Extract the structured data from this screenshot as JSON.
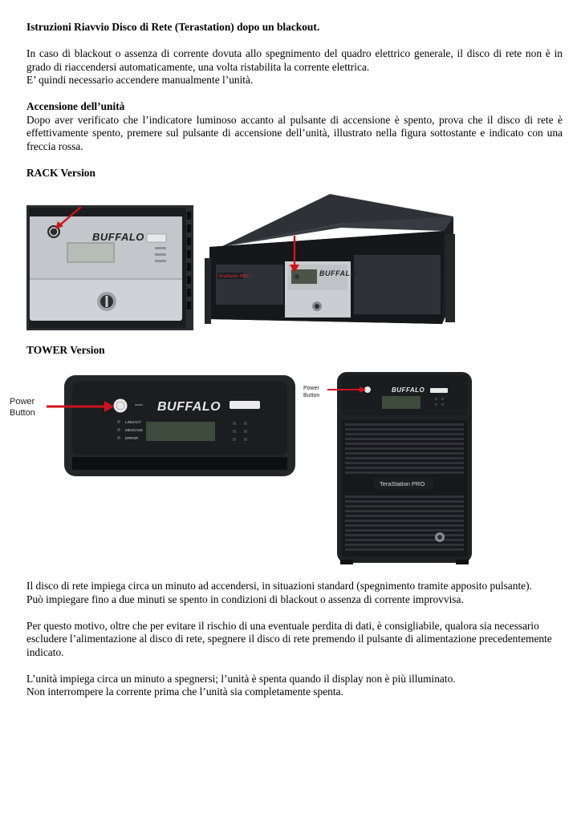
{
  "title": "Istruzioni Riavvio Disco di Rete (Terastation) dopo un blackout.",
  "intro": {
    "p1": "In caso di blackout o assenza di corrente dovuta allo spegnimento del quadro elettrico generale, il disco di rete non è in grado di riaccendersi automaticamente, una volta ristabilita la corrente elettrica.",
    "p2": "E’ quindi necessario accendere manualmente l’unità."
  },
  "power_on": {
    "heading": "Accensione dell’unità",
    "text": "Dopo aver verificato che l’indicatore luminoso accanto al pulsante di accensione è spento, prova che il disco di rete è effettivamente spento, premere sul pulsante di accensione dell’unità, illustrato nella figura sottostante e indicato con una freccia rossa."
  },
  "rack": {
    "heading": "RACK Version",
    "brand": "BUFFALO",
    "model_label": "TeraStation PRO"
  },
  "tower": {
    "heading": "TOWER Version",
    "brand": "BUFFALO",
    "callout_large": [
      "Power",
      "Button"
    ],
    "callout_small": [
      "Power",
      "Button"
    ],
    "model_label": "TeraStation PRO",
    "led_labels": [
      "LINK/ACT",
      "MESSAGE",
      "ERROR"
    ]
  },
  "footer": {
    "p1": "Il disco di rete impiega circa un minuto ad accendersi, in situazioni standard (spegnimento tramite apposito pulsante).",
    "p2": "Può impiegare fino a due minuti se spento in condizioni di blackout o assenza di corrente improvvisa.",
    "p3": "Per questo motivo, oltre che per evitare il rischio di una eventuale perdita di dati, è consigliabile, qualora sia necessario escludere l’alimentazione al disco di rete, spegnere il disco di rete premendo il pulsante di alimentazione precedentemente indicato.",
    "p4": "L’unità impiega circa un minuto a spegnersi; l’unità è spenta quando il display non è più illuminato.",
    "p5": "Non interrompere la corrente prima che l’unità sia completamente spenta."
  },
  "colors": {
    "arrow": "#d0121b",
    "device_dark": "#1c1e22",
    "panel_silver": "#c9ccd0",
    "lcd": "#3e4a3c"
  }
}
